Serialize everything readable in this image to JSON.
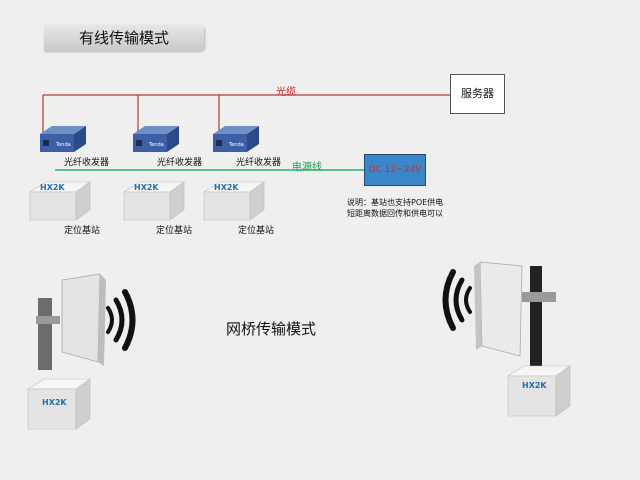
{
  "title": "有线传输模式",
  "server": {
    "label": "服务器"
  },
  "links": {
    "fiber_label": "光缆",
    "power_label": "电源线"
  },
  "converters": [
    {
      "label": "光纤收发器",
      "brand": "Tenda"
    },
    {
      "label": "光纤收发器",
      "brand": "Tenda"
    },
    {
      "label": "光纤收发器",
      "brand": "Tenda"
    }
  ],
  "stations": [
    {
      "label": "定位基站",
      "logo": "HX2K"
    },
    {
      "label": "定位基站",
      "logo": "HX2K"
    },
    {
      "label": "定位基站",
      "logo": "HX2K"
    }
  ],
  "power_supply": {
    "label": "DC 12~24V"
  },
  "note": {
    "line1": "说明：基站也支持POE供电",
    "line2": "短距离数据回传和供电可以"
  },
  "bridge": {
    "title": "网桥传输模式",
    "left_logo": "HX2K",
    "right_logo": "HX2K"
  },
  "colors": {
    "fiber": "#b33a3a",
    "power": "#29b36a",
    "dc_box": "#3b86c6",
    "logo": "#1e6fb5"
  }
}
